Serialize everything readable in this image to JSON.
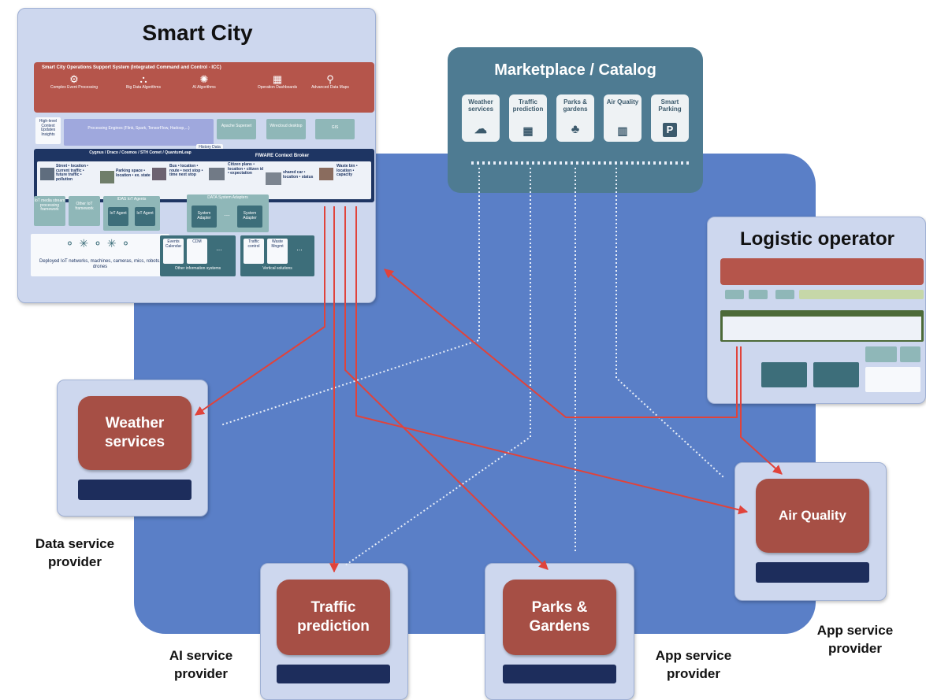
{
  "smart_city": {
    "title": "Smart City",
    "icc_header": "Smart City Operations Support System (Integrated Command and Control - ICC)",
    "icc_items": [
      "Complex Event Processing",
      "Big Data Algorithms",
      "AI Algorithms",
      "Operation Dashboards",
      "Advanced Data Maps"
    ],
    "processing_engines": "Processing Engines (Flink, Spark, TensorFlow, Hadoop,...)",
    "apache_superset": "Apache Superset",
    "wirecloud": "Wirecloud desktop",
    "gis": "GIS",
    "history_label": "History Data Stream",
    "cygnus": "Cygnus / Draco / Cosmos / STH Comet / QuantumLeap",
    "context_broker": "FIWARE Context Broker",
    "left_side": "High-level Context Updates Insights",
    "stream_label": "IoT media stream processing framework",
    "iot_framework": "Other IoT framework",
    "idas_title": "IDAS IoT Agents",
    "iot_agent": "IoT Agent",
    "data_adapters": "DATA System Adapters",
    "system_adapter": "System Adapter",
    "ellipsis": "...",
    "events_calendar": "Events Calendar",
    "cdm": "CDM",
    "traffic_control": "Traffic control",
    "waste_mngmt": "Waste Mngmt",
    "deployed": "Deployed IoT networks, machines, cameras, mics, robots, drones",
    "other_info": "Other information systems",
    "vertical": "Vertical solutions",
    "entity_street": "Street • location • current traffic • future traffic • pollution",
    "entity_parking": "Parking space • location • ex. state",
    "entity_bus": "Bus • location • route • next stop • time next stop",
    "entity_citizen": "Citizen plans • location • citizen id • expectation",
    "entity_shared_car": "shared car • location • status",
    "entity_waste": "Waste bin • location • capacity"
  },
  "marketplace": {
    "title": "Marketplace / Catalog",
    "tiles": [
      "Weather services",
      "Traffic prediction",
      "Parks & gardens",
      "Air Quality",
      "Smart Parking"
    ]
  },
  "logistic": {
    "title": "Logistic operator"
  },
  "services": {
    "weather": "Weather services",
    "traffic": "Traffic prediction",
    "parks": "Parks & Gardens",
    "air": "Air Quality"
  },
  "captions": {
    "data_provider": "Data service provider",
    "ai_provider": "AI service provider",
    "app_provider_1": "App service provider",
    "app_provider_2": "App service provider"
  },
  "colors": {
    "background": "#5a7fc7",
    "panel": "#cdd7ee",
    "service": "#a64f45",
    "marketplace": "#4e7b92",
    "arrow": "#e0433b",
    "bar": "#1d2d5c"
  }
}
